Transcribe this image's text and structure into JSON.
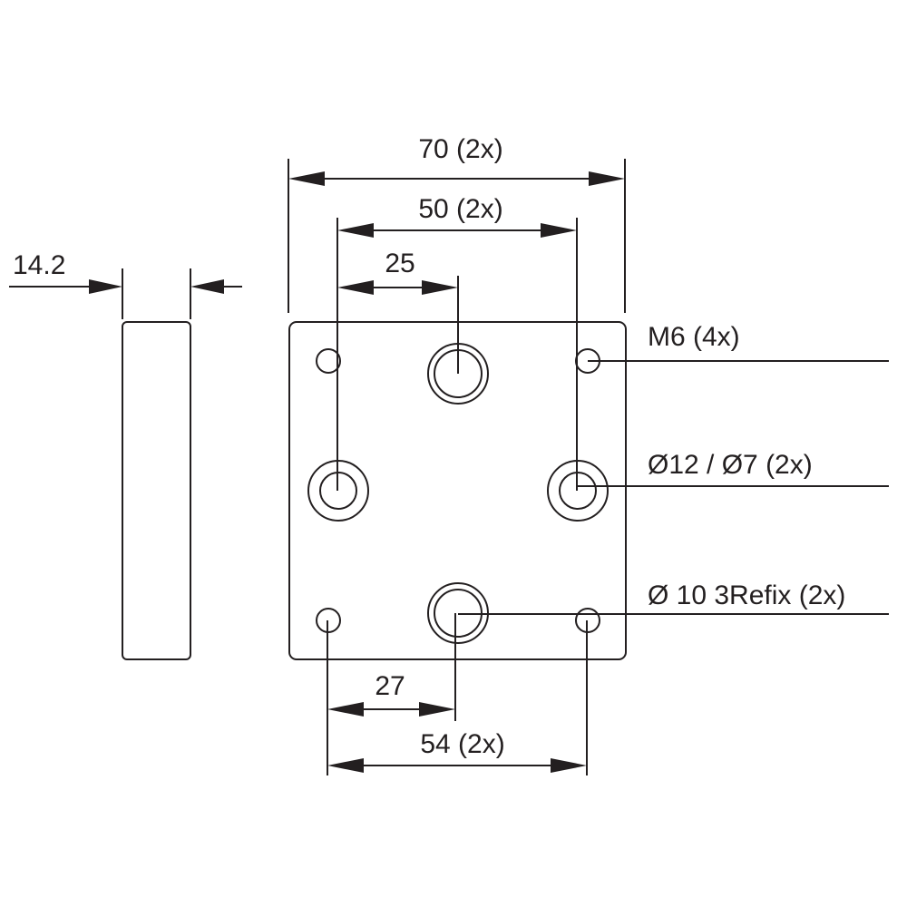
{
  "colors": {
    "line": "#231f20",
    "background": "#ffffff"
  },
  "dimensions": {
    "thickness": "14.2",
    "width_outer": "70 (2x)",
    "width_inner": "50 (2x)",
    "half_width": "25",
    "bottom_half": "27",
    "bottom_width": "54 (2x)"
  },
  "callouts": {
    "m6": "M6 (4x)",
    "counterbore": "Ø12 / Ø7 (2x)",
    "refix": "Ø 10 3Refix (2x)"
  }
}
